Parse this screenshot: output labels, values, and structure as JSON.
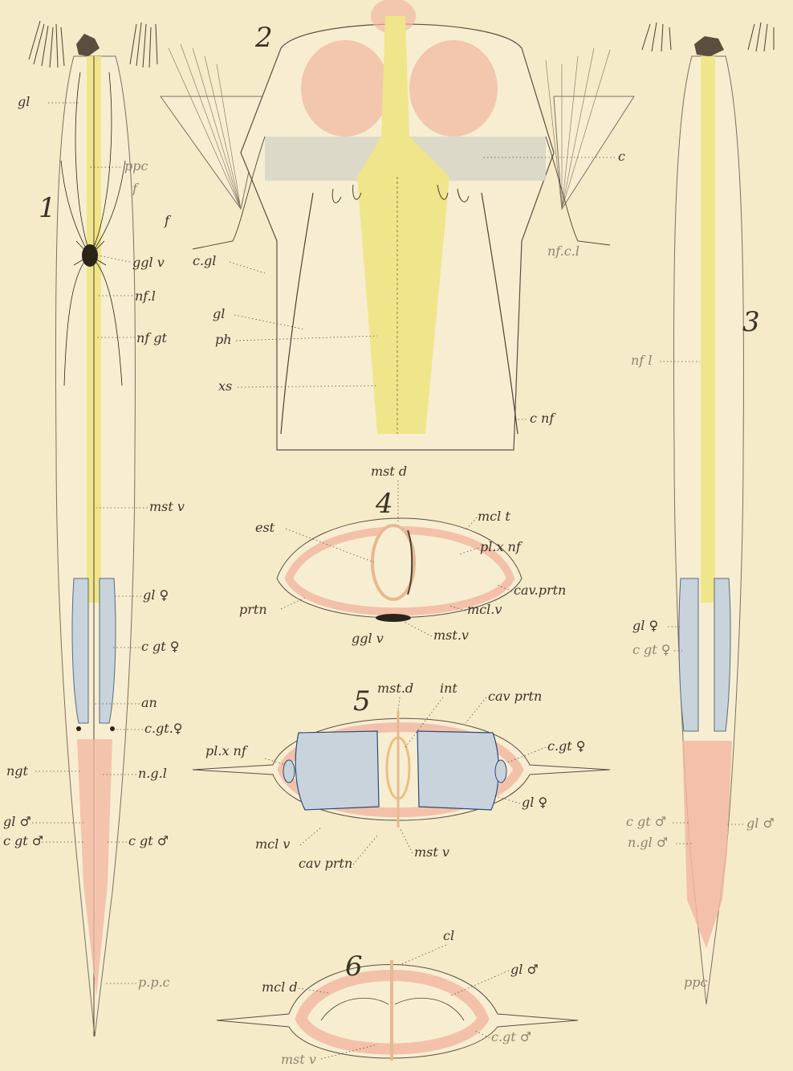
{
  "figures": {
    "fig1": {
      "number": "1"
    },
    "fig2": {
      "number": "2"
    },
    "fig3": {
      "number": "3"
    },
    "fig4": {
      "number": "4"
    },
    "fig5": {
      "number": "5"
    },
    "fig6": {
      "number": "6"
    }
  },
  "labels": {
    "f1_gl": "gl",
    "f1_ppc": "ppc",
    "f1_f": "f",
    "f1_ggl_v": "ggl v",
    "f1_nf_l": "nf.l",
    "f1_nf_gt": "nf gt",
    "f1_mst_v": "mst v",
    "f1_gl_f": "gl ♀",
    "f1_cgt_f": "c gt ♀",
    "f1_an": "an",
    "f1_cgt_f2": "c.gt.♀",
    "f1_ngt": "ngt",
    "f1_ngl": "n.g.l",
    "f1_gl_m": "gl ♂",
    "f1_cgt_m": "c gt ♂",
    "f1_cgt_m2": "c gt ♂",
    "f1_ppc2": "p.p.c",
    "f2_c": "c",
    "f2_f": "f",
    "f2_nf_c_l": "nf.c.l",
    "f2_c_gl": "c.gl",
    "f2_gl": "gl",
    "f2_ph": "ph",
    "f2_xs": "xs",
    "f2_c_nf": "c nf",
    "f4_mst_d": "mst d",
    "f4_mcl_t": "mcl t",
    "f4_est": "est",
    "f4_plx_nf": "pl.x nf",
    "f4_cav_prtn": "cav.prtn",
    "f4_prtn": "prtn",
    "f4_mcl_v": "mcl.v",
    "f4_ggl_v": "ggl v",
    "f4_mst_v": "mst.v",
    "f5_mst_d": "mst.d",
    "f5_int": "int",
    "f5_cav_prtn": "cav prtn",
    "f5_plx_nf": "pl.x nf",
    "f5_cgt_f": "c.gt ♀",
    "f5_gl_f": "gl ♀",
    "f5_mcl_v": "mcl v",
    "f5_cav_prtn2": "cav prtn",
    "f5_mst_v": "mst v",
    "f6_cl": "cl",
    "f6_mcl_d": "mcl d",
    "f6_gl_m": "gl ♂",
    "f6_mst_v": "mst v",
    "f6_cgt_m": "c.gt ♂",
    "f3_nf_l": "nf l",
    "f3_gl_f": "gl ♀",
    "f3_cgt_f": "c gt ♀",
    "f3_cgt_m": "c gt ♂",
    "f3_gl_m": "gl ♂",
    "f3_ngl_m": "n.gl ♂",
    "f3_ppc": "ppc"
  },
  "colors": {
    "background": "#f6ebc8",
    "yellow_nerve": "#efe58a",
    "pink_tissue": "#f2b8a2",
    "blue_gland": "#c9d3dc",
    "ink": "#4a4132",
    "grey_collar": "#d8d6c6"
  }
}
